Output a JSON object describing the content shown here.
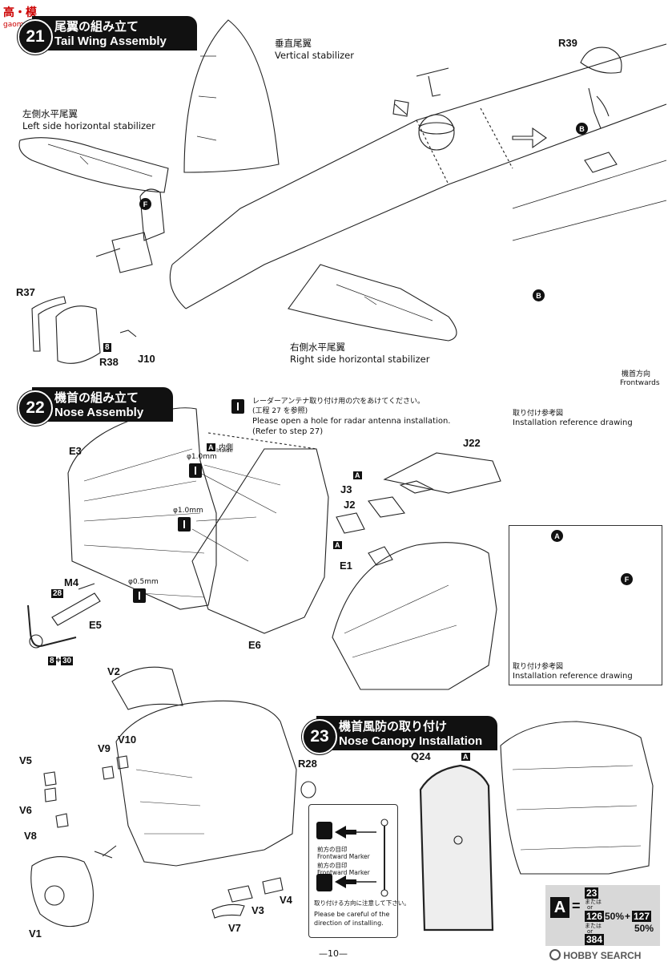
{
  "site_watermark": {
    "line1": "高・模",
    "line2": "gaomo.com"
  },
  "step21": {
    "number": "21",
    "title_jp": "尾翼の組み立て",
    "title_en": "Tail Wing Assembly"
  },
  "vertical_stabilizer": {
    "jp": "垂直尾翼",
    "en": "Vertical stabilizer"
  },
  "left_hstab": {
    "jp": "左側水平尾翼",
    "en": "Left side horizontal stabilizer"
  },
  "right_hstab": {
    "jp": "右側水平尾翼",
    "en": "Right side horizontal stabilizer"
  },
  "parts21": {
    "r39": "R39",
    "r37": "R37",
    "r38": "R38",
    "j10": "J10",
    "j10_paint": "8"
  },
  "figure_marks": {
    "b": "B",
    "f": "F",
    "a": "A"
  },
  "ref_drawing": {
    "jp": "取り付け参考図",
    "en": "Installation reference drawing"
  },
  "frontwards": {
    "jp": "機首方向",
    "en": "Frontwards"
  },
  "step22": {
    "number": "22",
    "title_jp": "機首の組み立て",
    "title_en": "Nose Assembly"
  },
  "radar_note": {
    "jp1": "レーダーアンテナ取り付け用の穴をあけてください。",
    "jp2": "(工程 27 を参照)",
    "en1": "Please open a hole for radar antenna installation.",
    "en2": "(Refer to step 27)"
  },
  "inside_label": {
    "mark": "A",
    "jp": "内側",
    "en": "Inside"
  },
  "drills": {
    "d1": "φ1.0mm",
    "d2": "φ1.0mm",
    "d3": "φ0.5mm"
  },
  "parts22": {
    "e3": "E3",
    "m4": "M4",
    "m4_paint": "28",
    "e5": "E5",
    "e5_paint_a": "8",
    "e5_plus": "+",
    "e5_paint_b": "30",
    "e6": "E6",
    "j22": "J22",
    "j3": "J3",
    "j2": "J2",
    "e1": "E1",
    "mark_a": "A"
  },
  "step23": {
    "number": "23",
    "title_jp": "機首風防の取り付け",
    "title_en": "Nose Canopy Installation"
  },
  "parts23": {
    "v2": "V2",
    "v10": "V10",
    "v9": "V9",
    "v5": "V5",
    "v6": "V6",
    "v8": "V8",
    "v1": "V1",
    "v3": "V3",
    "v4": "V4",
    "v7": "V7",
    "r28": "R28",
    "q24": "Q24",
    "q24_mark": "A"
  },
  "marker_note": {
    "front_jp": "前方の目印",
    "front_en": "Frontward Marker",
    "caution_jp": "取り付ける方向に注意して下さい。",
    "caution_en1": "Please be careful of the",
    "caution_en2": "direction of installing."
  },
  "color_legend": {
    "mark": "A",
    "eq": "=",
    "c1": "23",
    "or1_jp": "または",
    "or1_en": "or",
    "c2": "126",
    "p2": "50%",
    "plus": "+",
    "c3": "127",
    "p3": "50%",
    "or2_jp": "または",
    "or2_en": "or",
    "c4": "384"
  },
  "brand": "HOBBY SEARCH",
  "page_number": "—10—"
}
